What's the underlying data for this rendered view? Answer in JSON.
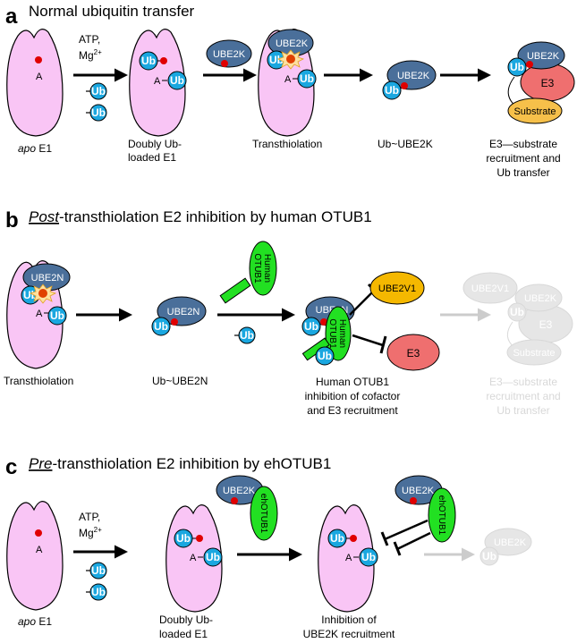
{
  "panels": {
    "a": {
      "letter": "a",
      "title": "Normal ubiquitin transfer",
      "reaction": {
        "atp": "ATP,",
        "mg": "Mg",
        "mg_sup": "2+"
      },
      "labels": {
        "apo_italic": "apo",
        "apo_rest": " E1",
        "doubly_line1": "Doubly Ub-",
        "doubly_line2": "loaded E1",
        "transthiolation": "Transthiolation",
        "ub_e2": "Ub~UBE2K",
        "e3_line1": "E3—substrate",
        "e3_line2": "recruitment and",
        "e3_line3": "Ub transfer"
      }
    },
    "b": {
      "letter": "b",
      "title_italic": "Post",
      "title_rest": "-transthiolation E2 inhibition by human OTUB1",
      "labels": {
        "transthiolation": "Transthiolation",
        "ub_e2": "Ub~UBE2N",
        "otub_line1": "Human OTUB1",
        "otub_line2": "inhibition of cofactor",
        "otub_line3": "and E3 recruitment",
        "e3_line1": "E3—substrate",
        "e3_line2": "recruitment and",
        "e3_line3": "Ub transfer"
      }
    },
    "c": {
      "letter": "c",
      "title_italic": "Pre",
      "title_rest": "-transthiolation E2 inhibition by ehOTUB1",
      "reaction": {
        "atp": "ATP,",
        "mg": "Mg",
        "mg_sup": "2+"
      },
      "labels": {
        "apo_italic": "apo",
        "apo_rest": " E1",
        "doubly_line1": "Doubly Ub-",
        "doubly_line2": "loaded E1",
        "inhib_line1": "Inhibition of",
        "inhib_line2": "UBE2K recruitment"
      }
    }
  },
  "molecules": {
    "ub": "Ub",
    "site_a": "A",
    "ube2k": "UBE2K",
    "ube2n": "UBE2N",
    "ube2v1": "UBE2V1",
    "e3": "E3",
    "substrate": "Substrate",
    "human_otub1_line1": "Human",
    "human_otub1_line2": "OTUB1",
    "ehotub1": "ehOTUB1"
  },
  "colors": {
    "e1": "#f9c5f5",
    "ub": "#1aa7e0",
    "e2": "#4a6f9a",
    "e3": "#ef6f6f",
    "substrate": "#f6c04a",
    "ube2v1": "#f5b800",
    "otub": "#22e022",
    "thioester": "#e00000",
    "faded": "#c8c8c8"
  }
}
